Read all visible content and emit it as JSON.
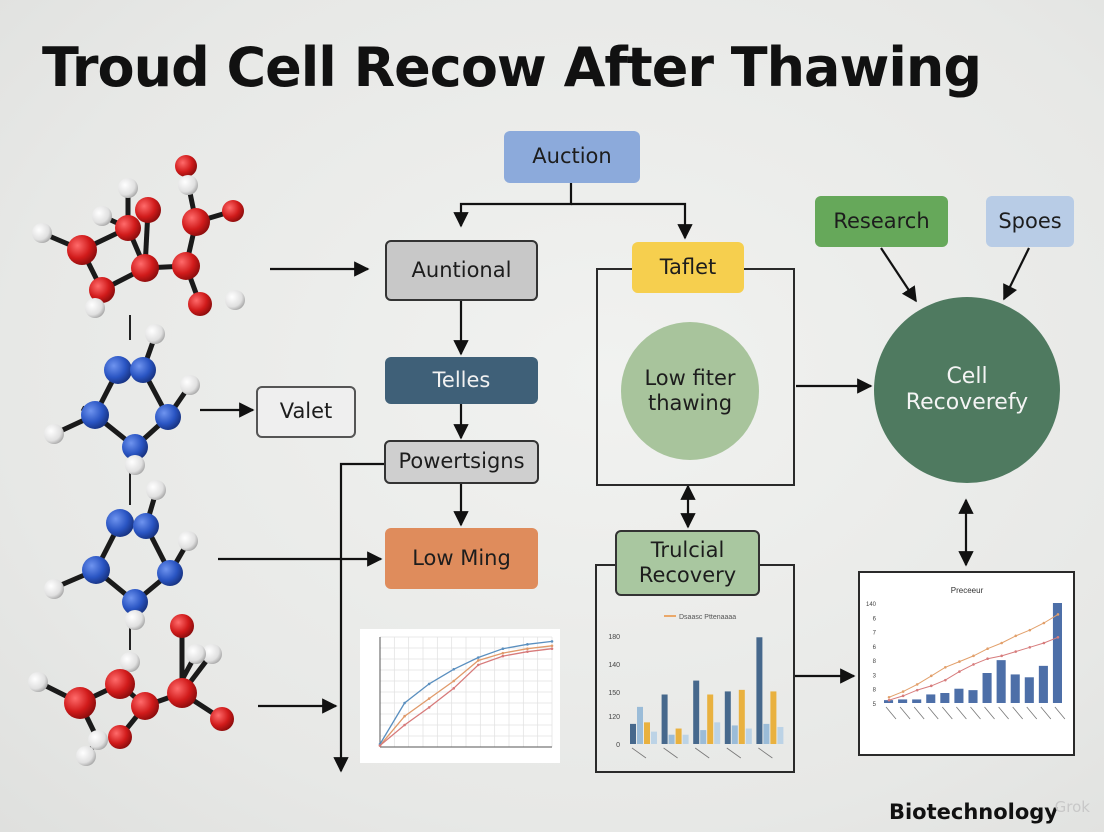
{
  "title": "Troud Cell Recow After Thawing",
  "nodes": {
    "auction": "Auction",
    "auntional": "Auntional",
    "telles": "Telles",
    "powertsigns": "Powertsigns",
    "low_ming": "Low Ming",
    "valet": "Valet",
    "taflet": "Taflet",
    "low_filter": "Low fiter thawing",
    "trulcial": "Trulcial Recovery",
    "research": "Research",
    "spoes": "Spoes",
    "cell_recovery": "Cell Recoverefy"
  },
  "charts": {
    "line": {
      "type": "line",
      "legend": [
        "",
        "",
        ""
      ],
      "series": [
        {
          "name": "",
          "color": "#e09a6a",
          "values": [
            2,
            42,
            66,
            90,
            118,
            128,
            134,
            138
          ]
        },
        {
          "name": "",
          "color": "#5a8fbf",
          "values": [
            4,
            60,
            86,
            106,
            122,
            134,
            140,
            144
          ]
        },
        {
          "name": "",
          "color": "#d77a7a",
          "values": [
            2,
            30,
            54,
            80,
            112,
            124,
            130,
            134
          ]
        }
      ]
    },
    "bar": {
      "type": "bar",
      "legend": "Dsaasc Pttenaaaa",
      "yticks": [
        "180",
        "140",
        "150",
        "120",
        "0"
      ],
      "groups": [
        {
          "values": [
            26,
            48,
            28,
            16
          ]
        },
        {
          "values": [
            64,
            12,
            20,
            12
          ]
        },
        {
          "values": [
            82,
            18,
            64,
            28
          ]
        },
        {
          "values": [
            68,
            24,
            70,
            20
          ]
        },
        {
          "values": [
            138,
            26,
            68,
            22
          ]
        }
      ],
      "colors": [
        "#46688c",
        "#9bbcd8",
        "#e9b13f",
        "#bcd3e6"
      ]
    },
    "mixed": {
      "type": "bar",
      "title": "Preceeur",
      "yticks": [
        "140",
        "6",
        "7",
        "6",
        "8",
        "3",
        "8",
        "5"
      ],
      "bars": [
        4,
        5,
        5,
        12,
        14,
        20,
        18,
        42,
        60,
        40,
        36,
        52,
        140
      ],
      "line_a": [
        8,
        16,
        26,
        38,
        50,
        58,
        66,
        76,
        84,
        94,
        102,
        112,
        124
      ],
      "line_b": [
        4,
        10,
        18,
        24,
        32,
        44,
        54,
        62,
        66,
        72,
        78,
        84,
        92
      ],
      "bar_color": "#4d6fa8",
      "line_a_color": "#e2a06b",
      "line_b_color": "#d77c7c"
    }
  },
  "footer": "Biotechnology",
  "watermark": "Grok",
  "colors": {
    "blue_box": "#8caadb",
    "gray_box": "#c8c8c8",
    "teal_box": "#3f6078",
    "orange_box": "#df8c5c",
    "yellow_box": "#f6cf4e",
    "light_green_circle": "#a8c49c",
    "green_box": "#66a85a",
    "light_blue_box": "#b8cce6",
    "dark_green_circle": "#4f7a60",
    "sage_box": "#a9c7a0"
  }
}
